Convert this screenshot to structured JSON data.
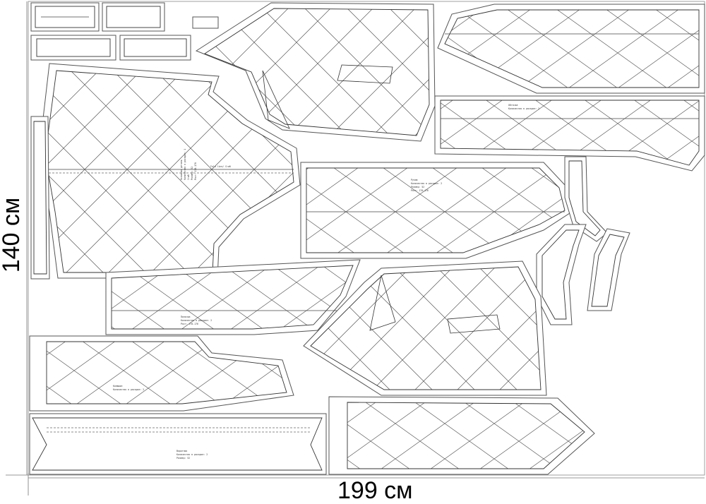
{
  "dimensions": {
    "width_label": "199 см",
    "height_label": "140 см"
  },
  "fold_label": "Fold line/ Сгиб",
  "notes": {
    "piece_main_back": [
      "Основная деталь",
      "Количество в раскрое: 1",
      "Сгиб",
      "Размер: 52",
      "Рост: 170-176"
    ],
    "piece_collar": [
      "Воротник",
      "Количество в раскрое: 2",
      "Размер: 52"
    ],
    "piece_front": [
      "Полочка",
      "Количество в раскрое: 2",
      "Рост: 170-176"
    ],
    "piece_sleeve": [
      "Рукав",
      "Количество в раскрое: 2",
      "Размер: 52",
      "Рост: 170-176"
    ],
    "piece_hood": [
      "Капюшон",
      "Количество в раскрое: 2"
    ],
    "piece_band": [
      "Обтачка",
      "Количество в раскрое: 2"
    ]
  },
  "colors": {
    "line": "#555555",
    "background": "#ffffff",
    "text": "#000000"
  }
}
